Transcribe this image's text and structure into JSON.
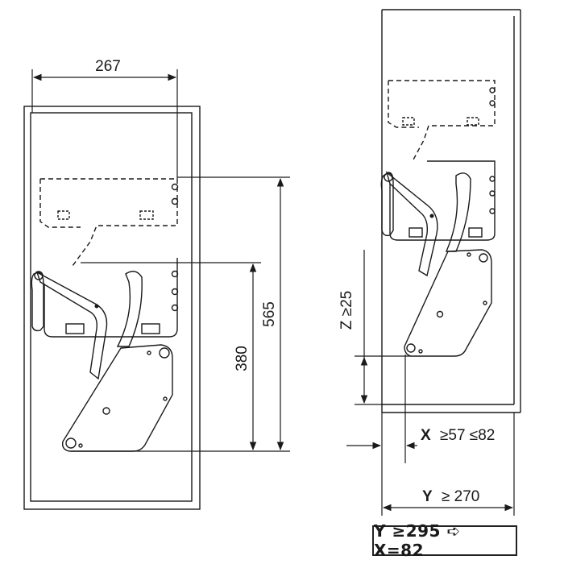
{
  "left_view": {
    "dim_width": "267",
    "dim_total_height": "565",
    "dim_lift_height": "380"
  },
  "right_view": {
    "dim_z": "Z ≥25",
    "dim_x_label": "X",
    "dim_x_range": "≥57 ≤82",
    "dim_y_label": "Y",
    "dim_y_value": "≥ 270"
  },
  "note": {
    "text": "Y ≥295 ➪ X=82"
  }
}
